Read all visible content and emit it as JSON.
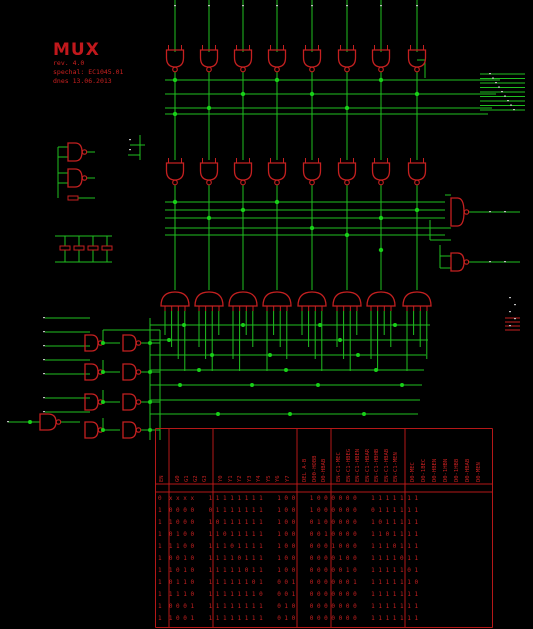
{
  "title_block": {
    "title": "MUX",
    "lines": [
      "rev. 4.0",
      "spechal: EC1045.01",
      "dnes 13.06.2013"
    ]
  },
  "truth_table": {
    "col_en": "EN",
    "col_inputs": [
      "G0",
      "G1",
      "G2",
      "G3"
    ],
    "col_outputs": [
      "Y0",
      "Y1",
      "Y2",
      "Y3",
      "Y4",
      "Y5",
      "Y6",
      "Y7"
    ],
    "col_data": [
      "DEL A-B",
      "D00-HOBB",
      "D0-HBAB"
    ],
    "col_enable": [
      "EN-C1-MEC",
      "EN-C1-HBEG",
      "EN-C1-HBEN",
      "EN-C1-HBAR",
      "EN-C1-HBHB",
      "EN-C1-HBAB",
      "EN-C1-MEN"
    ],
    "col_right": [
      "D0-MEC",
      "D0-1BEC",
      "D0-HBEN",
      "D0-1HBN",
      "D0-1HBB",
      "D0-HBAB",
      "D0-MEN"
    ],
    "rows": [
      "0  x x x x   1 1 1 1 1 1 1 1   1 0 0   1 0 0 0 0 0 0   1 1 1 1 1 1 1",
      "1  0 0 0 0   0 1 1 1 1 1 1 1   1 0 0   1 0 0 0 0 0 0   0 1 1 1 1 1 1",
      "1  1 0 0 0   1 0 1 1 1 1 1 1   1 0 0   0 1 0 0 0 0 0   1 0 1 1 1 1 1",
      "1  0 1 0 0   1 1 0 1 1 1 1 1   1 0 0   0 0 1 0 0 0 0   1 1 0 1 1 1 1",
      "1  1 1 0 0   1 1 1 0 1 1 1 1   1 0 0   0 0 0 1 0 0 0   1 1 1 0 1 1 1",
      "1  0 0 1 0   1 1 1 1 0 1 1 1   1 0 0   0 0 0 0 1 0 0   1 1 1 1 0 1 1",
      "1  1 0 1 0   1 1 1 1 1 0 1 1   1 0 0   0 0 0 0 0 1 0   1 1 1 1 1 0 1",
      "1  0 1 1 0   1 1 1 1 1 1 0 1   0 0 1   0 0 0 0 0 0 1   1 1 1 1 1 1 0",
      "1  1 1 1 0   1 1 1 1 1 1 1 0   0 0 1   0 0 0 0 0 0 0   1 1 1 1 1 1 1",
      "1  0 0 0 1   1 1 1 1 1 1 1 1   0 1 0   0 0 0 0 0 0 0   1 1 1 1 1 1 1",
      "1  1 0 0 1   1 1 1 1 1 1 1 1   0 1 0   0 0 0 0 0 0 0   1 1 1 1 1 1 1"
    ]
  },
  "colors": {
    "wire": "#1fbf1f",
    "part": "#c42020",
    "junction": "#18d018",
    "label": "#bfbfbf"
  }
}
